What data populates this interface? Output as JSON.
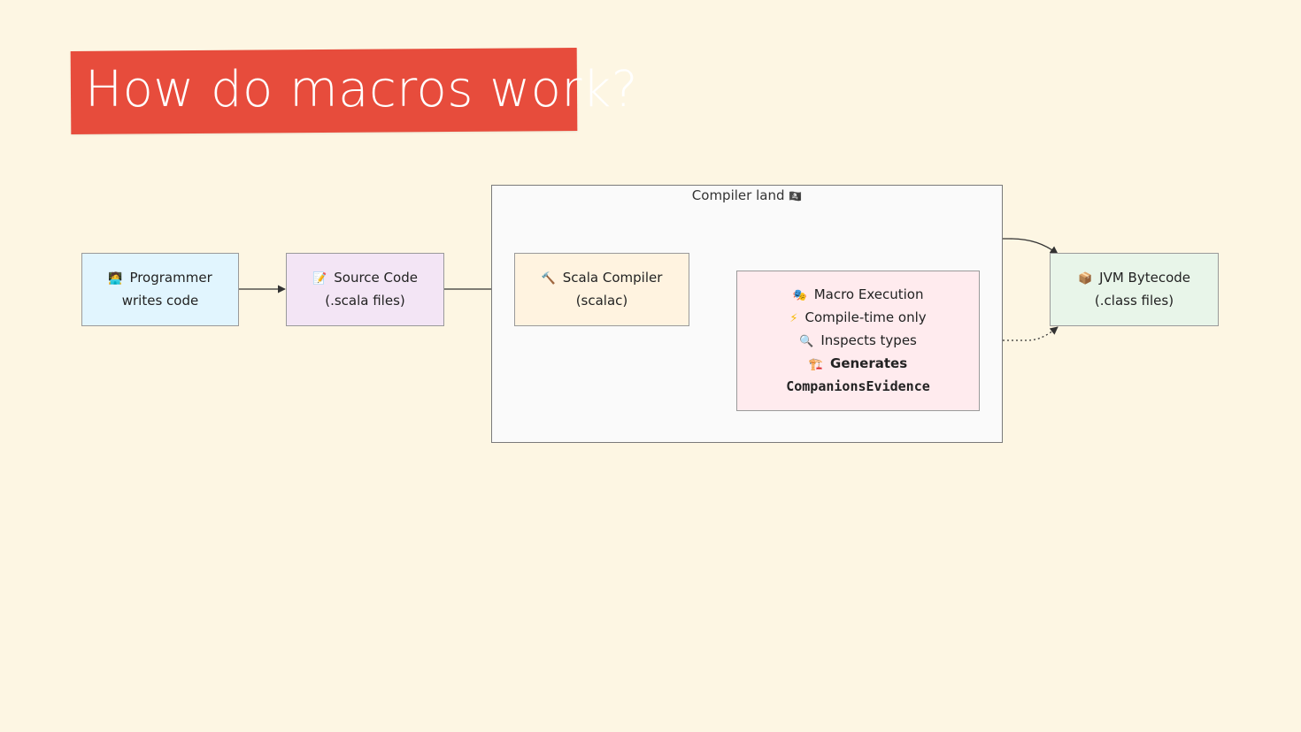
{
  "slide": {
    "title": "How do macros work?"
  },
  "diagram": {
    "group": {
      "label": "Compiler land",
      "icon": "🏴‍☠️"
    },
    "nodes": {
      "programmer": {
        "icon": "🧑‍💻",
        "line1": "Programmer",
        "line2": "writes code"
      },
      "source": {
        "icon": "📝",
        "line1": "Source Code",
        "line2": "(.scala files)"
      },
      "compiler": {
        "icon": "🔨",
        "line1": "Scala Compiler",
        "line2": "(scalac)"
      },
      "macro": {
        "line1_icon": "🎭",
        "line1": "Macro Execution",
        "line2_icon": "⚡",
        "line2": "Compile-time only",
        "line3_icon": "🔍",
        "line3": "Inspects types",
        "line4_icon": "🏗️",
        "line4": "Generates",
        "line5": "CompanionsEvidence"
      },
      "jvm": {
        "icon": "📦",
        "line1": "JVM Bytecode",
        "line2": "(.class files)"
      }
    },
    "colors": {
      "background": "#fdf6e3",
      "title_banner": "#e74c3c",
      "programmer_fill": "#e1f5fe",
      "source_fill": "#f3e5f5",
      "compiler_fill": "#fff3e0",
      "macro_fill": "#ffebee",
      "jvm_fill": "#e8f5e9",
      "group_fill": "#fafafa",
      "edge": "#333333"
    }
  }
}
